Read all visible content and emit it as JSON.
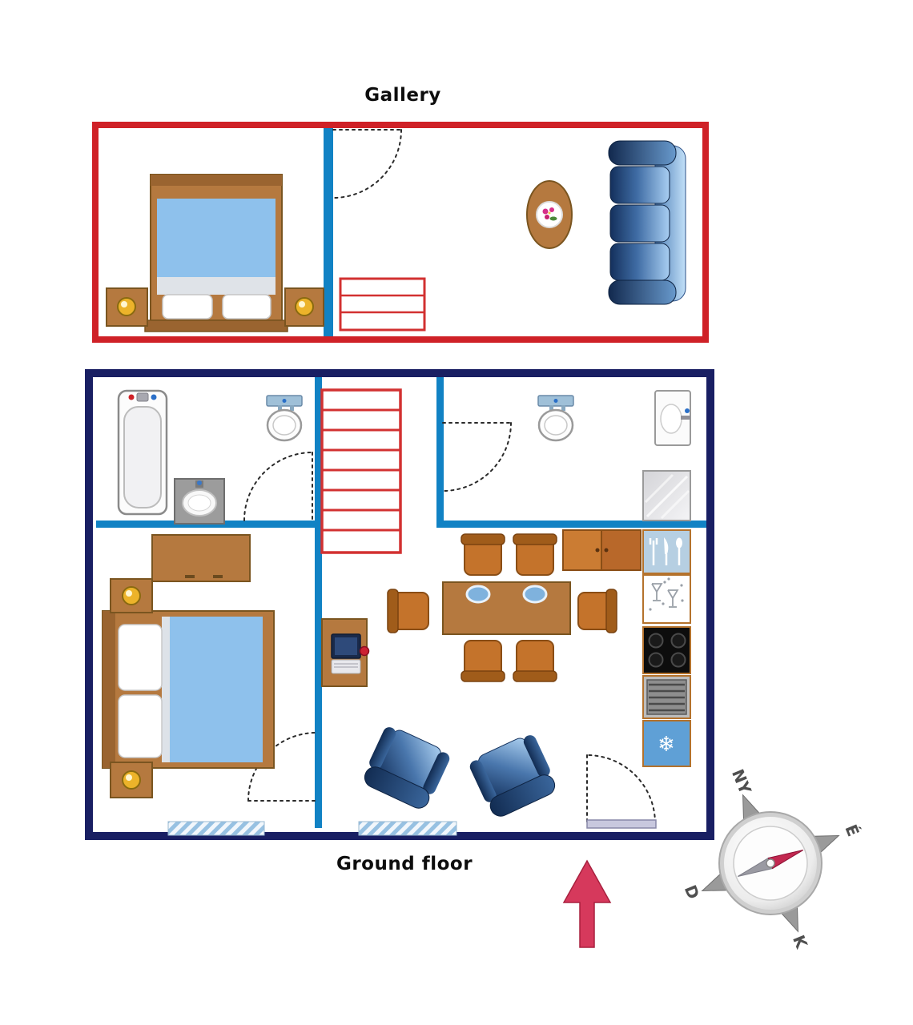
{
  "floors": {
    "gallery": {
      "title": "Gallery",
      "furniture": [
        "double bed",
        "nightstand with lamp (left)",
        "nightstand with lamp (right)",
        "staircase",
        "partition wall with door",
        "oval side table with flowers",
        "three-seat sofa"
      ]
    },
    "ground": {
      "title": "Ground floor",
      "furniture": [
        "bathtub",
        "toilet (bathroom)",
        "washbasin (bathroom)",
        "staircase",
        "toilet (WC)",
        "washbasin (WC)",
        "shower",
        "kitchen cabinet",
        "utensil drawer",
        "glass cabinet / dishwasher",
        "cooktop",
        "oven-grill",
        "freezer",
        "dining table with six chairs",
        "desk with computer and mouse",
        "wardrobe",
        "double bed",
        "nightstands with lamps",
        "two armchairs",
        "entrance door",
        "two windows"
      ]
    }
  },
  "compass": {
    "west": "NY",
    "north": "É",
    "south": "D",
    "east": "K"
  },
  "icons": {
    "freezer-snowflake": "❄"
  },
  "colors": {
    "gallery_wall": "#cf2127",
    "ground_wall": "#191f63",
    "interior_wall": "#1182c4",
    "stairs": "#d23131",
    "wood": "#b5793f",
    "wood_dark": "#7a5520",
    "bedding_blue": "#8ec1ec",
    "upholstery_dark": "#14305c",
    "upholstery_light": "#a8cef2",
    "chair_orange": "#c4732b",
    "freezer_blue": "#5fa0d6",
    "lamp_yellow": "#ecb32a",
    "north_arrow": "#d6395c",
    "window_hatch": "#97c1e2"
  }
}
